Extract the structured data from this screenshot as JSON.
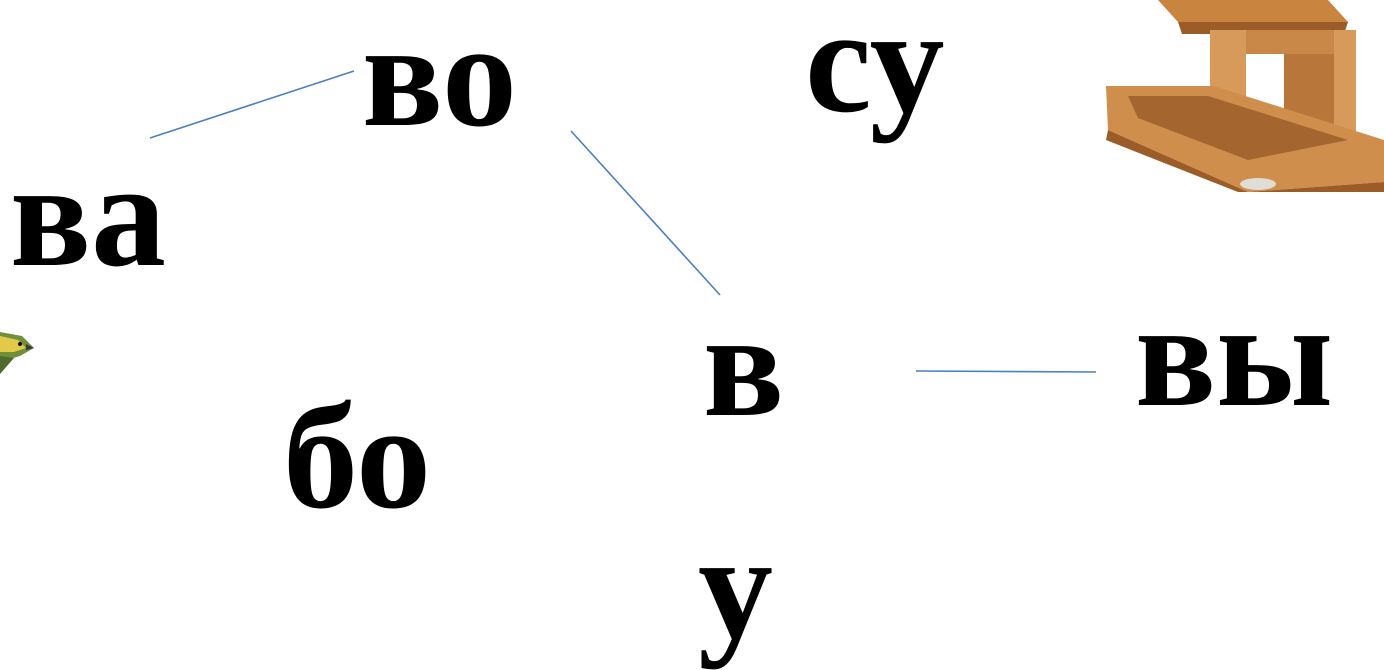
{
  "syllables": {
    "vo": "во",
    "su": "су",
    "va": "ва",
    "v": "в",
    "vy": "вы",
    "bo": "бо",
    "u": "у"
  },
  "images": {
    "feeder": "bird-feeder-photo",
    "bird": "bird-illustration"
  },
  "colors": {
    "text": "#000000",
    "connector": "#4a7fc1",
    "wood_light": "#d99a5c",
    "wood_dark": "#a4652f"
  }
}
